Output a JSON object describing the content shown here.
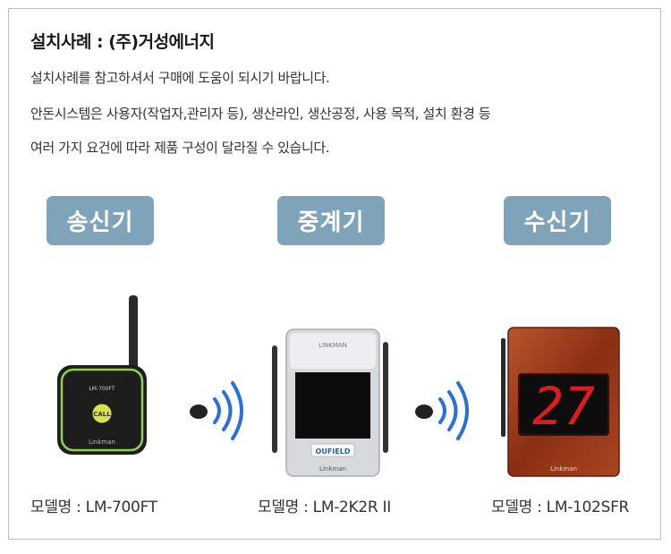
{
  "header": {
    "title": "설치사례 : (주)거성에너지",
    "lines": [
      "설치사례를 참고하셔서 구매에 도움이 되시기 바랍니다.",
      "안돈시스템은 사용자(작업자,관리자 등), 생산라인, 생산공정, 사용 목적, 설치 환경 등",
      "여러 가지 요건에 따라 제품 구성이 달라질 수 있습니다."
    ]
  },
  "devices": [
    {
      "label": "송신기",
      "caption": "모델명 : LM-700FT",
      "screen_text": "LM-700FT",
      "button_text": "CALL",
      "brand": "Linkman"
    },
    {
      "label": "중계기",
      "caption": "모델명 : LM-2K2R II",
      "screen_text": "LINKMAN",
      "logo_text": "OUFIELD",
      "brand": "Linkman"
    },
    {
      "label": "수신기",
      "caption": "모델명 : LM-102SFR",
      "display_value": "27",
      "brand": "Linkman"
    }
  ],
  "colors": {
    "pill": "#7fa4b9",
    "led": "#e11b1b",
    "transmitter_ring": "#8fd14f",
    "signal": "#2b6fd8"
  },
  "icons": [
    "wireless-signal-icon",
    "wireless-signal-icon"
  ]
}
